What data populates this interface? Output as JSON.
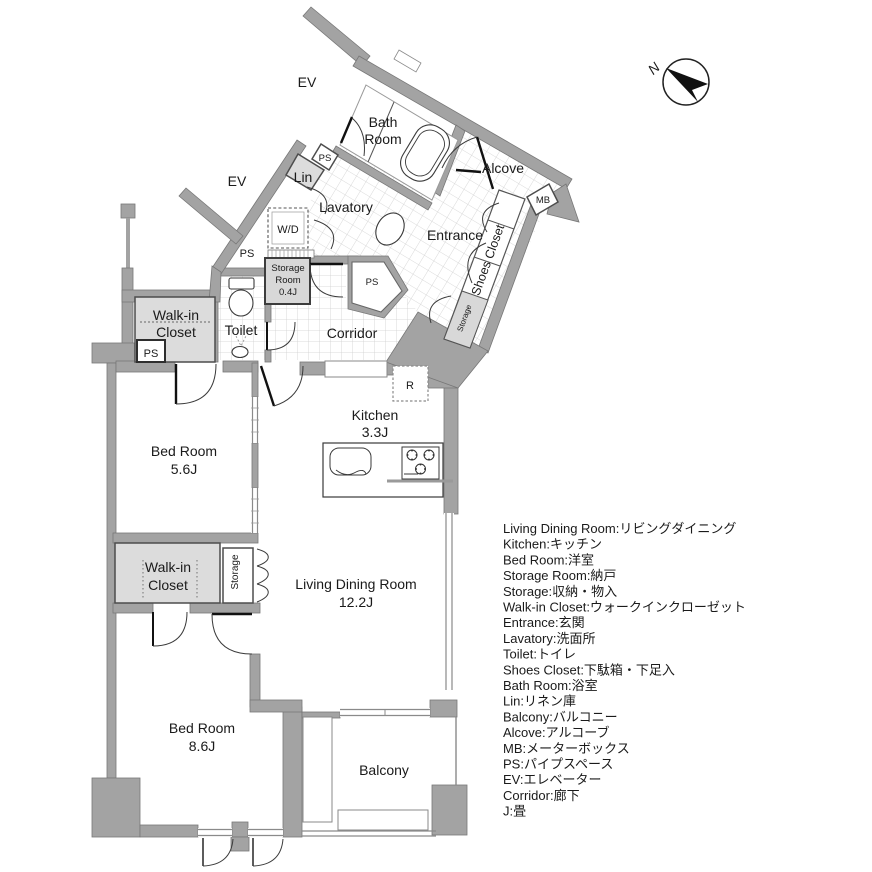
{
  "rooms": {
    "ev1": "EV",
    "ev2": "EV",
    "bath1": "Bath",
    "bath2": "Room",
    "ps_lin": "PS",
    "lin": "Lin",
    "lavatory": "Lavatory",
    "wd": "W/D",
    "storage_room1": "Storage",
    "storage_room2": "Room",
    "storage_room3": "0.4J",
    "ps_wing": "PS",
    "ps_pent": "PS",
    "alcove": "Alcove",
    "mb": "MB",
    "entrance": "Entrance",
    "shoes": "Shoes Closet",
    "shoes_storage": "Storage",
    "corridor": "Corridor",
    "toilet": "Toilet",
    "wic1a": "Walk-in",
    "wic1b": "Closet",
    "ps_box": "PS",
    "bed1a": "Bed Room",
    "bed1b": "5.6J",
    "kitchen1": "Kitchen",
    "kitchen2": "3.3J",
    "fridge": "R",
    "wic2a": "Walk-in",
    "wic2b": "Closet",
    "storage2": "Storage",
    "ldk1": "Living Dining Room",
    "ldk2": "12.2J",
    "bed2a": "Bed Room",
    "bed2b": "8.6J",
    "balcony": "Balcony"
  },
  "compass": {
    "label": "N"
  },
  "legend": {
    "items": [
      "Living Dining Room:リビングダイニング",
      "Kitchen:キッチン",
      "Bed Room:洋室",
      "Storage Room:納戸",
      "Storage:収納・物入",
      "Walk-in Closet:ウォークインクローゼット",
      "Entrance:玄関",
      "Lavatory:洗面所",
      "Toilet:トイレ",
      "Shoes Closet:下駄箱・下足入",
      "Bath Room:浴室",
      "Lin:リネン庫",
      "Balcony:バルコニー",
      "Alcove:アルコーブ",
      "MB:メーターボックス",
      "PS:パイプスペース",
      "EV:エレベーター",
      "Corridor:廊下",
      "J:畳"
    ]
  }
}
